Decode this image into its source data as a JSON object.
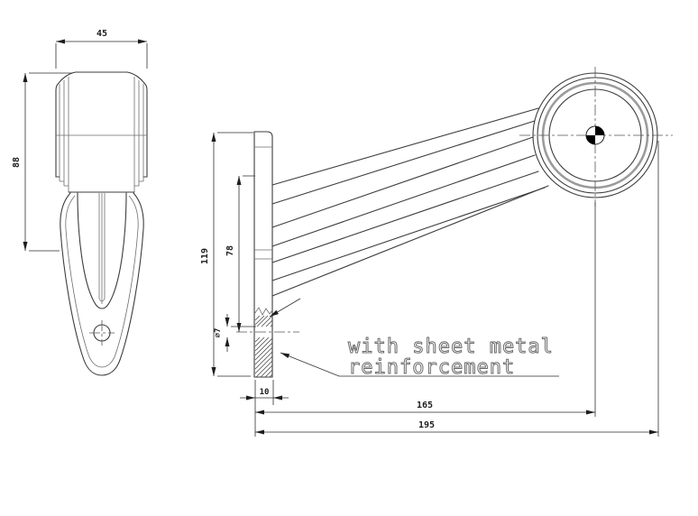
{
  "annotation": {
    "line1": "with sheet metal",
    "line2": "reinforcement"
  },
  "front_view": {
    "width": "45",
    "height": "88"
  },
  "side_view": {
    "height": "119",
    "hole_offset": "78",
    "hole_diameter": "⌀7",
    "bracket_thickness": "10",
    "length_to_lamp_center": "165",
    "overall_length": "195"
  }
}
